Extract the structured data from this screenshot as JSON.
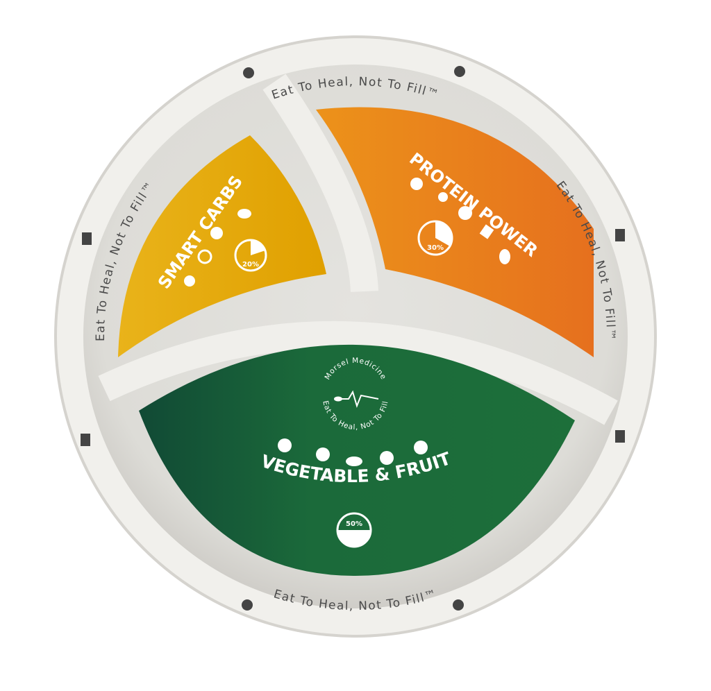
{
  "plate": {
    "rim_tagline": "Eat To Heal, Not To Fill™",
    "rim_icons": [
      "sleep-moon-icon",
      "clipboard-icon",
      "running-person-icon"
    ],
    "logo": {
      "brand": "Morsel Medicine",
      "tagline": "Eat To Heal, Not To Fill"
    },
    "sections": [
      {
        "label": "SMART CARBS",
        "percent": "20%",
        "portion": 0.2,
        "color": "#e3a70a",
        "icons": [
          "sweet-potato-icon",
          "grain-icon",
          "squash-icon",
          "bean-icon"
        ]
      },
      {
        "label": "PROTEIN POWER",
        "percent": "30%",
        "portion": 0.3,
        "color": "#ea7d1c",
        "icons": [
          "fish-icon",
          "chicken-leg-icon",
          "egg-icon",
          "tofu-icon",
          "bean-icon"
        ]
      },
      {
        "label": "VEGETABLE & FRUIT",
        "percent": "50%",
        "portion": 0.5,
        "color": "#1d6b3a",
        "icons": [
          "spinach-icon",
          "broccoli-icon",
          "pepper-icon",
          "apple-icon",
          "berries-icon"
        ]
      }
    ]
  }
}
